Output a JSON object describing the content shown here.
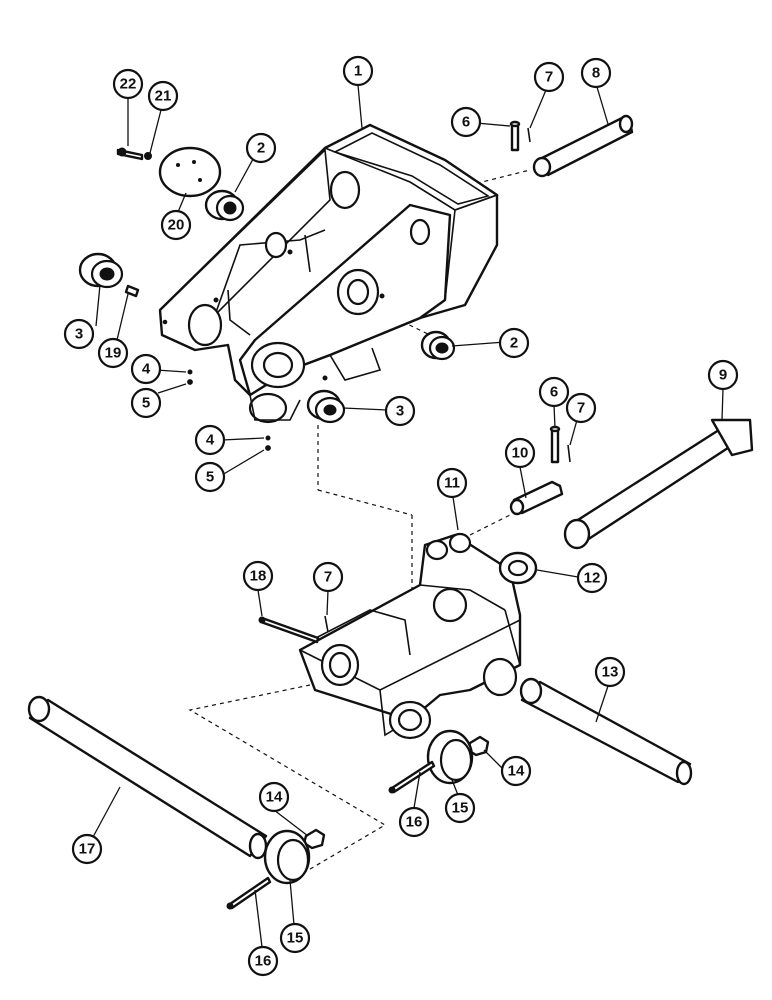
{
  "callouts": [
    {
      "id": "c1",
      "label": "1"
    },
    {
      "id": "c2a",
      "label": "2"
    },
    {
      "id": "c2b",
      "label": "2"
    },
    {
      "id": "c3a",
      "label": "3"
    },
    {
      "id": "c3b",
      "label": "3"
    },
    {
      "id": "c4a",
      "label": "4"
    },
    {
      "id": "c4b",
      "label": "4"
    },
    {
      "id": "c5a",
      "label": "5"
    },
    {
      "id": "c5b",
      "label": "5"
    },
    {
      "id": "c6a",
      "label": "6"
    },
    {
      "id": "c6b",
      "label": "6"
    },
    {
      "id": "c7a",
      "label": "7"
    },
    {
      "id": "c7b",
      "label": "7"
    },
    {
      "id": "c7c",
      "label": "7"
    },
    {
      "id": "c8",
      "label": "8"
    },
    {
      "id": "c9",
      "label": "9"
    },
    {
      "id": "c10",
      "label": "10"
    },
    {
      "id": "c11",
      "label": "11"
    },
    {
      "id": "c12",
      "label": "12"
    },
    {
      "id": "c13",
      "label": "13"
    },
    {
      "id": "c14a",
      "label": "14"
    },
    {
      "id": "c14b",
      "label": "14"
    },
    {
      "id": "c15a",
      "label": "15"
    },
    {
      "id": "c15b",
      "label": "15"
    },
    {
      "id": "c16a",
      "label": "16"
    },
    {
      "id": "c16b",
      "label": "16"
    },
    {
      "id": "c17",
      "label": "17"
    },
    {
      "id": "c18",
      "label": "18"
    },
    {
      "id": "c19",
      "label": "19"
    },
    {
      "id": "c20",
      "label": "20"
    },
    {
      "id": "c21",
      "label": "21"
    },
    {
      "id": "c22",
      "label": "22"
    }
  ]
}
